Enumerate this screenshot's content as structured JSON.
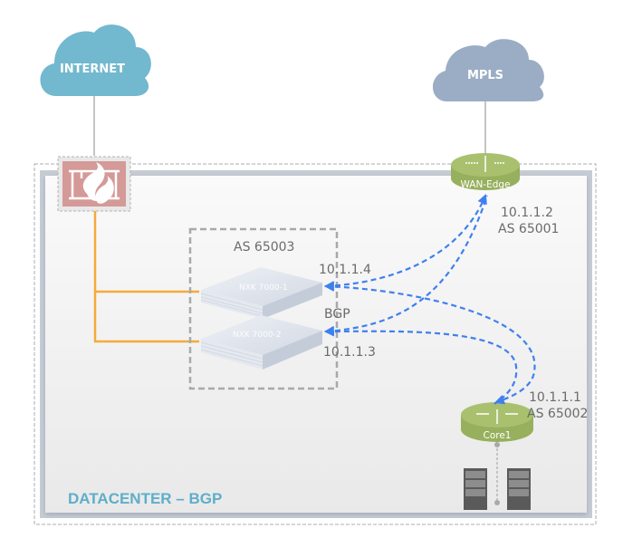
{
  "diagram": {
    "clouds": {
      "internet": {
        "label": "INTERNET",
        "color": "#72b8cf"
      },
      "mpls": {
        "label": "MPLS",
        "color": "#9badc4"
      }
    },
    "datacenter": {
      "label": "DATACENTER – BGP",
      "label_color": "#5eaec9"
    },
    "firewall": {
      "icon": "firewall-icon",
      "color": "#d49a98"
    },
    "as_group": {
      "label": "AS 65003"
    },
    "switches": [
      {
        "label": "NXK 7000-1",
        "ip": "10.1.1.4"
      },
      {
        "label": "NXK 7000-2",
        "ip": "10.1.1.3"
      }
    ],
    "protocol_label": "BGP",
    "routers": {
      "wan_edge": {
        "label": "WAN-Edge",
        "ip": "10.1.1.2",
        "as": "AS 65001",
        "color": "#a4bd6a"
      },
      "core1": {
        "label": "Core1",
        "ip": "10.1.1.1",
        "as": "AS 65002",
        "color": "#a4bd6a"
      }
    },
    "servers": [
      {
        "icon": "server-rack-icon"
      },
      {
        "icon": "server-rack-icon"
      }
    ],
    "colors": {
      "uplink": "#f5aa3c",
      "bgp_session": "#3f80ee",
      "cloud_link": "#b3b3b3"
    }
  }
}
